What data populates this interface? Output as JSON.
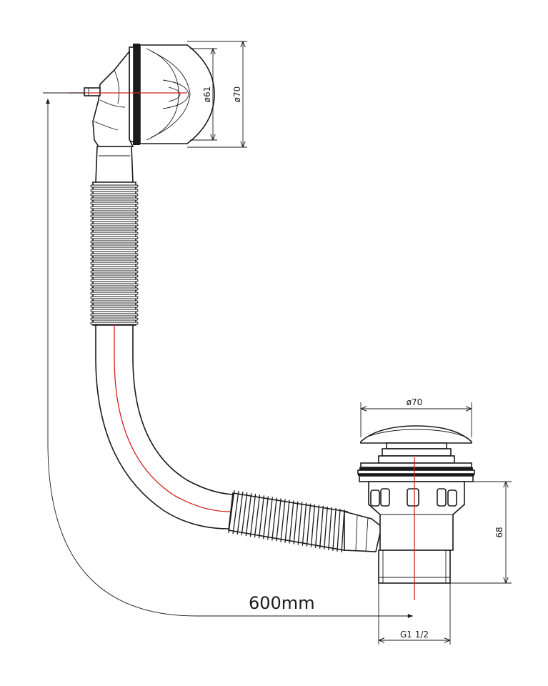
{
  "dimensions": {
    "overflow_outer": "ø70",
    "overflow_inner": "ø61",
    "waste_head": "ø70",
    "waste_height": "68",
    "pipe_length": "600mm",
    "thread": "G1 1/2"
  },
  "colors": {
    "line": "#1a1a1a",
    "axis": "#d42020",
    "background": "#ffffff"
  }
}
